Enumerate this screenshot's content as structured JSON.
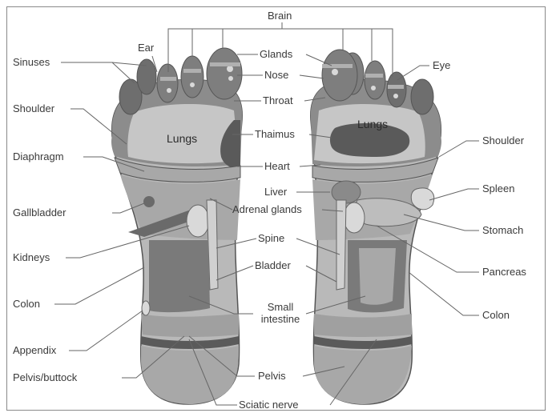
{
  "diagram": {
    "labels": {
      "brain": "Brain",
      "ear": "Ear",
      "sinuses": "Sinuses",
      "shoulder_left": "Shoulder",
      "diaphragm": "Diaphragm",
      "gallbladder": "Gallbladder",
      "kidneys": "Kidneys",
      "colon_left": "Colon",
      "appendix": "Appendix",
      "pelvis_buttock": "Pelvis/buttock",
      "glands": "Glands",
      "nose": "Nose",
      "throat": "Throat",
      "thaimus": "Thaimus",
      "heart": "Heart",
      "liver": "Liver",
      "adrenal_glands": "Adrenal glands",
      "spine": "Spine",
      "bladder": "Bladder",
      "small_intestine_line1": "Small",
      "small_intestine_line2": "intestine",
      "pelvis": "Pelvis",
      "sciatic_nerve": "Sciatic nerve",
      "eye": "Eye",
      "shoulder_right": "Shoulder",
      "spleen": "Spleen",
      "stomach": "Stomach",
      "pancreas": "Pancreas",
      "colon_right": "Colon",
      "lungs_left": "Lungs",
      "lungs_right": "Lungs"
    },
    "colors": {
      "border": "#8a8a8a",
      "foot_outline": "#555555",
      "toe_dark": "#6e6e6e",
      "upper_zone": "#8c8c8c",
      "lung_zone": "#c6c6c6",
      "mid_zone": "#a8a8a8",
      "lower_zone": "#b9b9b9",
      "dark_zone": "#5a5a5a",
      "light_zone": "#d9d9d9",
      "leader": "#666666"
    }
  }
}
